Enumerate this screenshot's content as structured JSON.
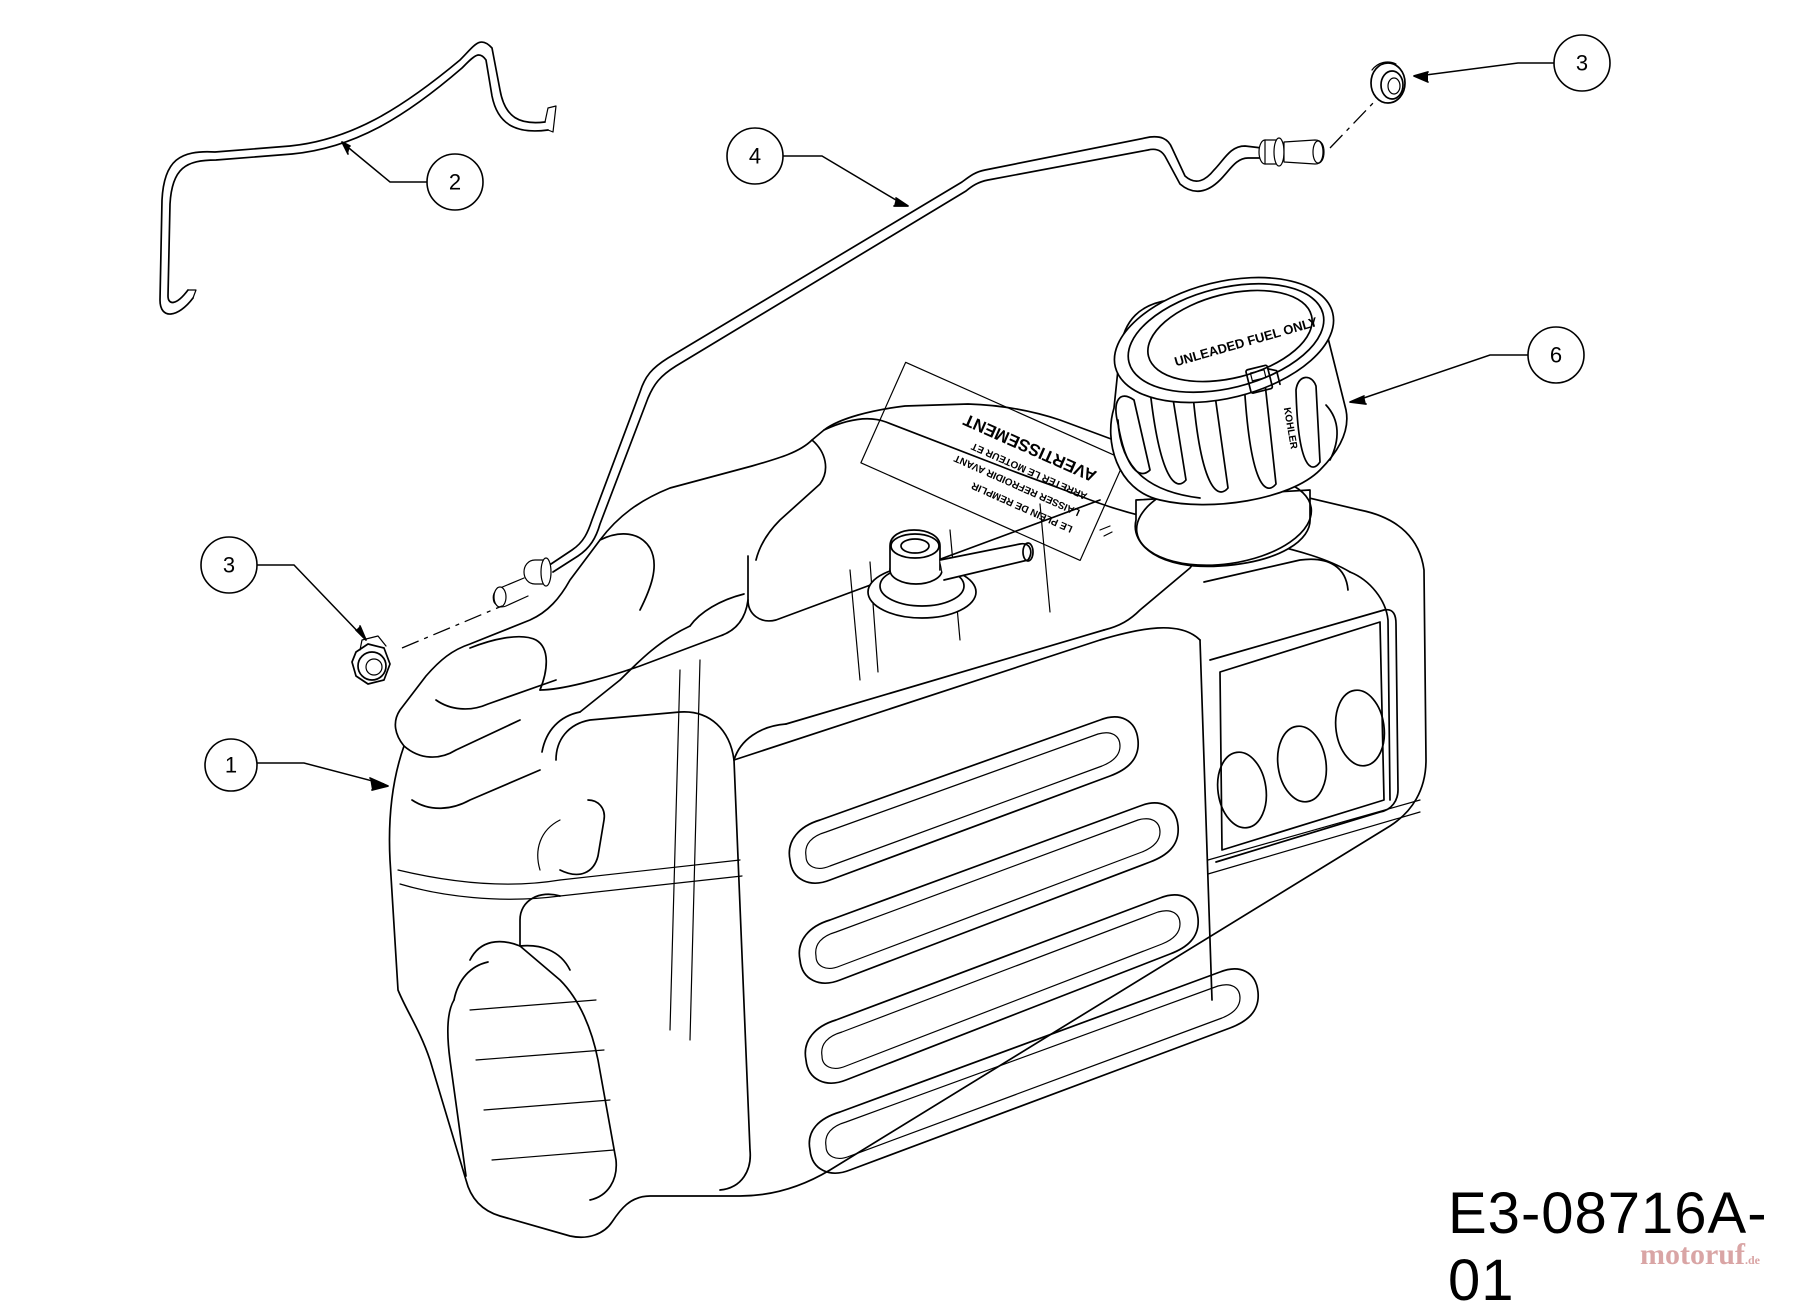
{
  "diagram": {
    "drawing_code": "E3-08716A-01",
    "watermark": {
      "text": "motoruf",
      "suffix": ".de"
    },
    "callouts": [
      {
        "id": "callout-1",
        "label": "1"
      },
      {
        "id": "callout-2",
        "label": "2"
      },
      {
        "id": "callout-3-left",
        "label": "3"
      },
      {
        "id": "callout-3-right",
        "label": "3"
      },
      {
        "id": "callout-4",
        "label": "4"
      },
      {
        "id": "callout-6",
        "label": "6"
      }
    ],
    "decal": {
      "title": "AVERTISSEMENT",
      "lines": [
        "ARRETER LE MOTEUR ET",
        "LAISSER REFROIDIR AVANT",
        "LE PLEIN DE REMPLIR"
      ]
    },
    "cap_text": "UNLEADED FUEL ONLY",
    "cap_side_text": "KOHLER"
  }
}
